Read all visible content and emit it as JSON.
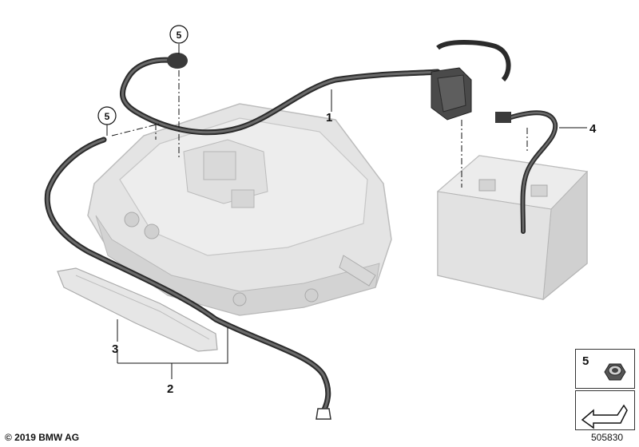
{
  "diagram": {
    "callouts": {
      "c1": "1",
      "c2": "2",
      "c3": "3",
      "c4": "4",
      "c5a": "5",
      "c5b": "5"
    },
    "legend": {
      "part_number": "5",
      "part_icon": "hex-nut-icon",
      "direction_icon": "forward-arrow-icon"
    },
    "copyright": "© 2019 BMW AG",
    "diagram_id": "505830"
  }
}
